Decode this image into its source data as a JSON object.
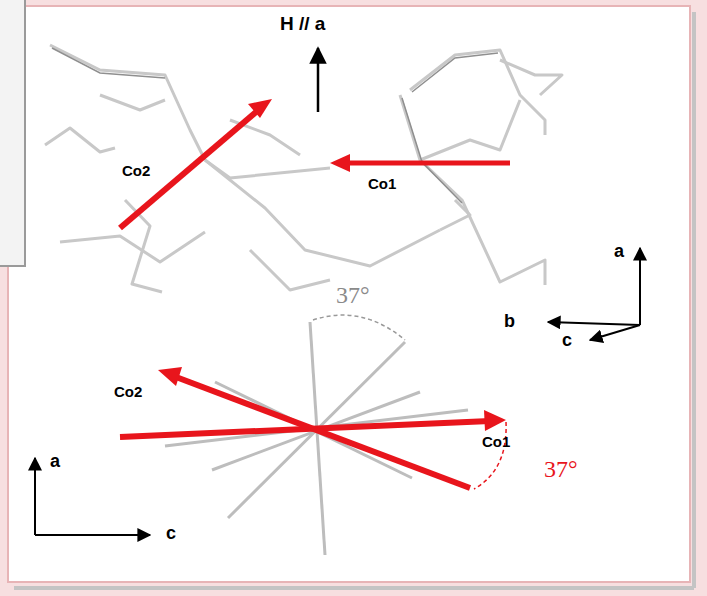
{
  "diagram": {
    "labels": [
      "H // a",
      "Co2",
      "Co1",
      "a",
      "b",
      "c",
      "37°",
      "Co2",
      "Co1",
      "37°",
      "a",
      "c"
    ]
  }
}
